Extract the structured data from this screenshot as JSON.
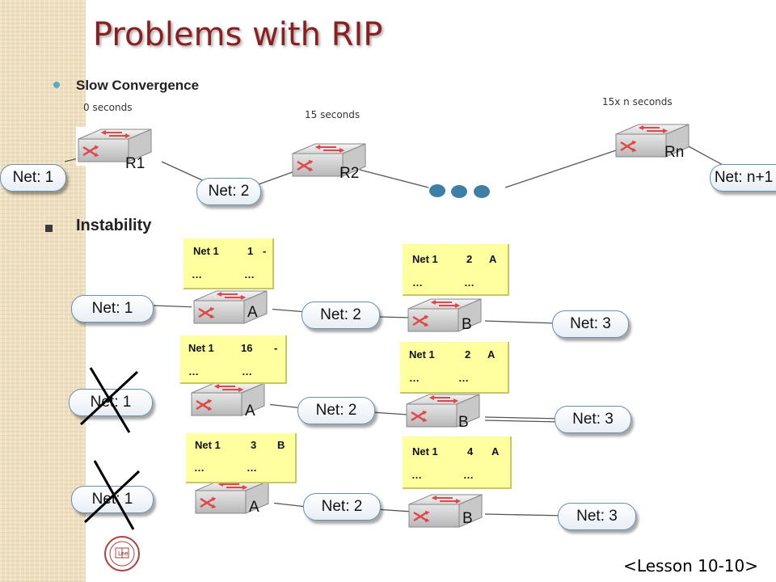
{
  "title": "Problems with RIP",
  "bullets": {
    "slow": "Slow Convergence",
    "instability": "Instability"
  },
  "times": {
    "t0": "0 seconds",
    "t15": "15 seconds",
    "tn": "15x n seconds"
  },
  "slow_convergence": {
    "routers": {
      "r1": "R1",
      "r2": "R2",
      "rn": "Rn"
    },
    "nets": {
      "n1": "Net: 1",
      "n2": "Net: 2",
      "nn": "Net: n+1"
    }
  },
  "scenarios": [
    {
      "net1": "Net: 1",
      "net2": "Net: 2",
      "net3": "Net: 3",
      "router_a": "A",
      "router_b": "B",
      "table_a": {
        "net": "Net 1",
        "hops": "1",
        "via": "-",
        "d1": "…",
        "d2": "…"
      },
      "table_b": {
        "net": "Net 1",
        "hops": "2",
        "via": "A",
        "d1": "…",
        "d2": "…"
      }
    },
    {
      "net1": "Net: 1",
      "net2": "Net: 2",
      "net3": "Net: 3",
      "router_a": "A",
      "router_b": "B",
      "table_a": {
        "net": "Net 1",
        "hops": "16",
        "via": "-",
        "d1": "…",
        "d2": "…"
      },
      "table_b": {
        "net": "Net 1",
        "hops": "2",
        "via": "A",
        "d1": "…",
        "d2": "…"
      }
    },
    {
      "net1": "Net: 1",
      "net2": "Net: 2",
      "net3": "Net: 3",
      "router_a": "A",
      "router_b": "B",
      "table_a": {
        "net": "Net 1",
        "hops": "3",
        "via": "B",
        "d1": "…",
        "d2": "…"
      },
      "table_b": {
        "net": "Net 1",
        "hops": "4",
        "via": "A",
        "d1": "…",
        "d2": "…"
      }
    }
  ],
  "footer": "<Lesson 10-10>",
  "logo_text": "Lee",
  "colors": {
    "title": "#8b1e1e",
    "table_bg": "#ffffa0",
    "router_icon": "#e04848",
    "dots": "#3e7fa8"
  }
}
